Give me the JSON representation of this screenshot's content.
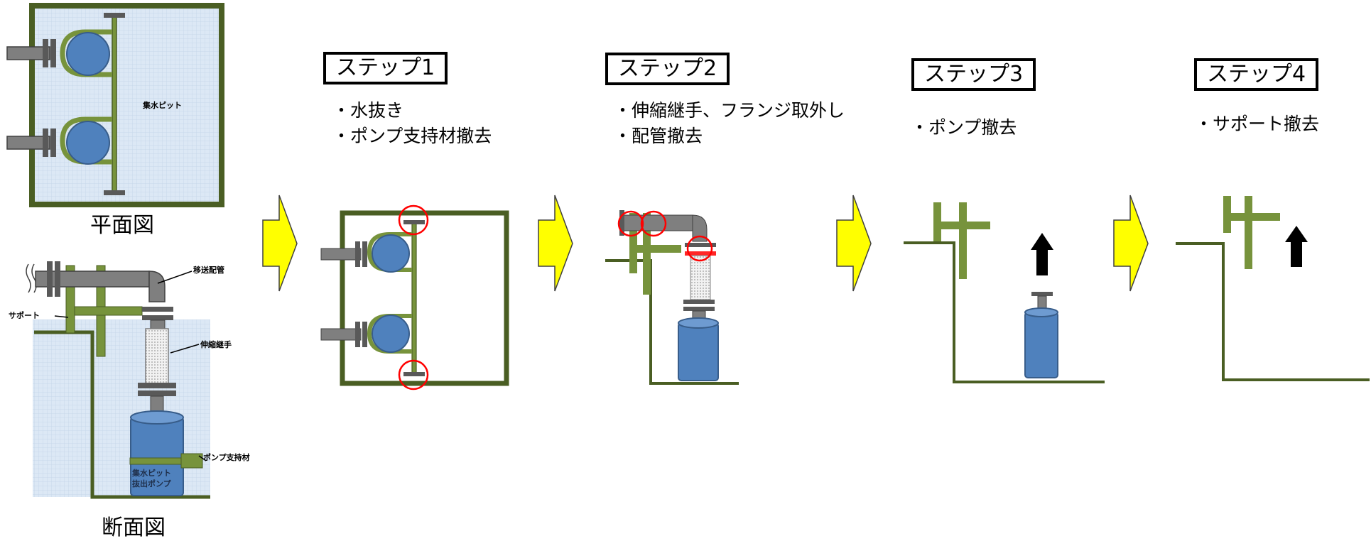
{
  "captions": {
    "plan": "平面図",
    "section": "断面図"
  },
  "plan_labels": {
    "pit": "集水ピット"
  },
  "section_labels": {
    "transfer_pipe": "移送配管",
    "support": "サポート",
    "expansion_joint": "伸縮継手",
    "pump_support": "ポンプ支持材",
    "pump_line1": "集水ピット",
    "pump_line2": "抜出ポンプ"
  },
  "steps": [
    {
      "title": "ステップ1",
      "lines": [
        "・水抜き",
        "・ポンプ支持材撤去"
      ]
    },
    {
      "title": "ステップ2",
      "lines": [
        "・伸縮継手、フランジ取外し",
        "・配管撤去"
      ]
    },
    {
      "title": "ステップ3",
      "lines": [
        "・ポンプ撤去"
      ]
    },
    {
      "title": "ステップ4",
      "lines": [
        "・サポート撤去"
      ]
    }
  ],
  "colors": {
    "wall": "#4a5e23",
    "support_green": "#77933c",
    "pipe_gray": "#7f7f7f",
    "pump_blue": "#4f81bd",
    "arrow_yellow": "#ffff00",
    "highlight_red": "#ff0000"
  }
}
